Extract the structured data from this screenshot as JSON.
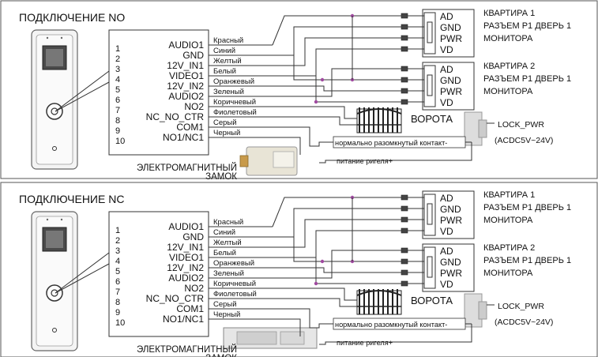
{
  "panels": [
    {
      "title": "ПОДКЛЮЧЕНИЕ NO",
      "lock_label_1": "ЭЛЕКТРОМАГНИТНЫЙ",
      "lock_label_2": "ЗАМОК",
      "contact_note": "нормально разомкнутый контакт-"
    },
    {
      "title": "ПОДКЛЮЧЕНИЕ NC",
      "lock_label_1": "ЭЛЕКТРОМАГНИТНЫЙ",
      "lock_label_2": "ЗАМОК",
      "contact_note": "нормально разомкнутый контакт-"
    }
  ],
  "pins": [
    {
      "num": "1",
      "name": "AUDIO1",
      "wire": "Красный"
    },
    {
      "num": "2",
      "name": "GND",
      "wire": "Синий"
    },
    {
      "num": "3",
      "name": "12V_IN1",
      "wire": "Желтый"
    },
    {
      "num": "4",
      "name": "VIDEO1",
      "wire": "Белый"
    },
    {
      "num": "5",
      "name": "12V_IN2",
      "wire": "Оранжевый"
    },
    {
      "num": "6",
      "name": "AUDIO2",
      "wire": "Зеленый"
    },
    {
      "num": "7",
      "name": "NO2",
      "wire": "Коричневый"
    },
    {
      "num": "8",
      "name": "NC_NO_CTR",
      "wire": "Фиолетовый"
    },
    {
      "num": "9",
      "name": "COM1",
      "wire": "Серый"
    },
    {
      "num": "10",
      "name": "NO1/NC1",
      "wire": "Черный"
    }
  ],
  "connector_pins": [
    "AD",
    "GND",
    "PWR",
    "VD"
  ],
  "apartments": [
    {
      "line1": "КВАРТИРА 1",
      "line2": "РАЗЪЕМ P1 ДВЕРЬ 1",
      "line3": "МОНИТОРА"
    },
    {
      "line1": "КВАРТИРА 2",
      "line2": "РАЗЪЕМ P1 ДВЕРЬ 1",
      "line3": "МОНИТОРА"
    }
  ],
  "gate_label": "ВОРОТА",
  "lock_pwr_label": "LOCK_PWR",
  "lock_pwr_spec": "(ACDC5V~24V)",
  "lock_power_note": "питание ригеля+",
  "colors": {
    "wire": "#333333",
    "junction": "#a04aa0",
    "border": "#555555"
  }
}
